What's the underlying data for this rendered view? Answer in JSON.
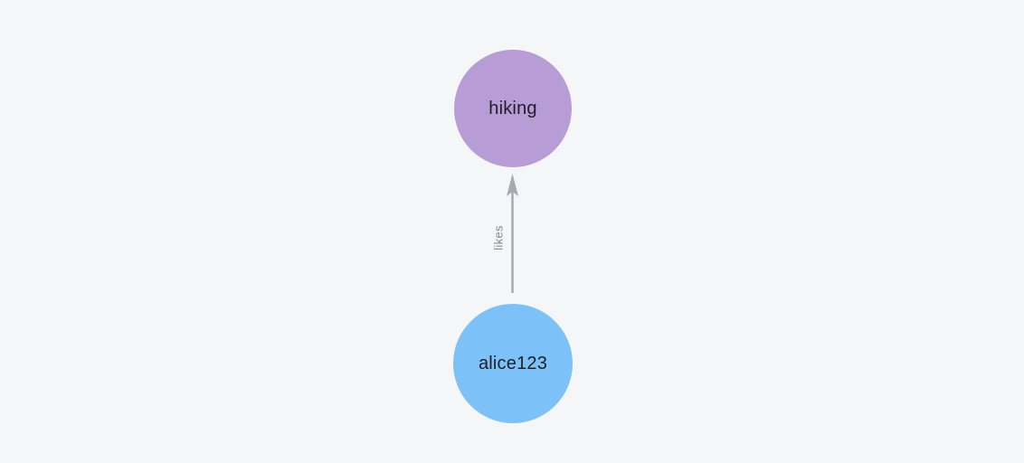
{
  "canvas": {
    "background_color": "#f5f6f7"
  },
  "graph": {
    "nodes": [
      {
        "id": "hiking",
        "label": "hiking",
        "fill_color": "#b89cd6",
        "text_color": "#1e1f26"
      },
      {
        "id": "alice123",
        "label": "alice123",
        "fill_color": "#7dc1f9",
        "text_color": "#1e1f26"
      }
    ],
    "edges": [
      {
        "from": "alice123",
        "to": "hiking",
        "label": "likes",
        "direction": "up",
        "line_color": "#a7a9b3",
        "label_color": "#85878f"
      }
    ]
  }
}
